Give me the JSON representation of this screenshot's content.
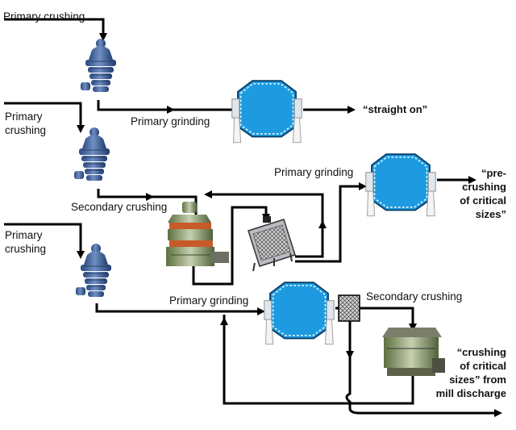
{
  "labels": {
    "primary_crushing_1": "Primary crushing",
    "primary_crushing_2a": "Primary",
    "primary_crushing_2b": "crushing",
    "primary_crushing_3a": "Primary",
    "primary_crushing_3b": "crushing",
    "primary_grinding_1": "Primary grinding",
    "primary_grinding_2": "Primary grinding",
    "primary_grinding_3": "Primary grinding",
    "secondary_crushing_1": "Secondary crushing",
    "secondary_crushing_2": "Secondary crushing"
  },
  "outputs": {
    "straight_on": "“straight on”",
    "pre_crushing": [
      "“pre-",
      "crushing",
      "of critical",
      "sizes”"
    ],
    "crushing_critical": [
      "“crushing",
      "of critical",
      "sizes” from",
      "mill discharge"
    ]
  },
  "colors": {
    "mill_blue": "#1e9be0",
    "crusher_blue": "#3a5f9a",
    "flow_line": "#000000"
  }
}
